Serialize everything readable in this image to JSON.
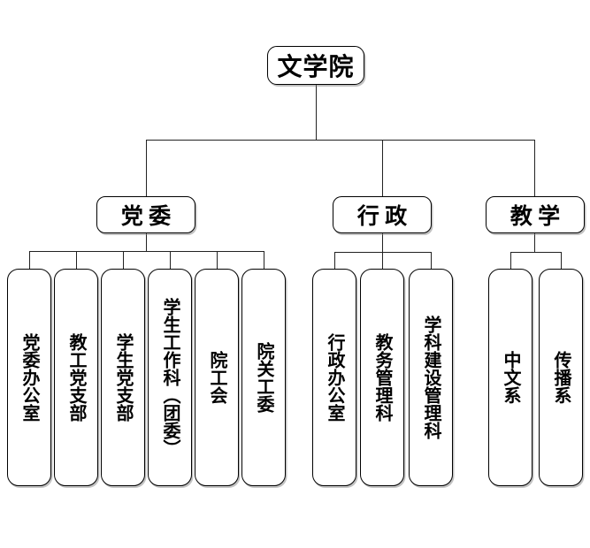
{
  "root": {
    "label": "文学院"
  },
  "branches": [
    {
      "label": "党 委",
      "children": [
        {
          "label": "党委办公室"
        },
        {
          "label": "教工党支部"
        },
        {
          "label": "学生党支部"
        },
        {
          "label": "学生工作科（团委）"
        },
        {
          "label": "院工会"
        },
        {
          "label": "院关工委"
        }
      ]
    },
    {
      "label": "行 政",
      "children": [
        {
          "label": "行政办公室"
        },
        {
          "label": "教务管理科"
        },
        {
          "label": "学科建设管理科"
        }
      ]
    },
    {
      "label": "教 学",
      "children": [
        {
          "label": "中文系"
        },
        {
          "label": "传播系"
        }
      ]
    }
  ],
  "colors": {
    "background": "#ffffff",
    "box_border": "#000000",
    "connector": "#222222",
    "text": "#000000"
  }
}
